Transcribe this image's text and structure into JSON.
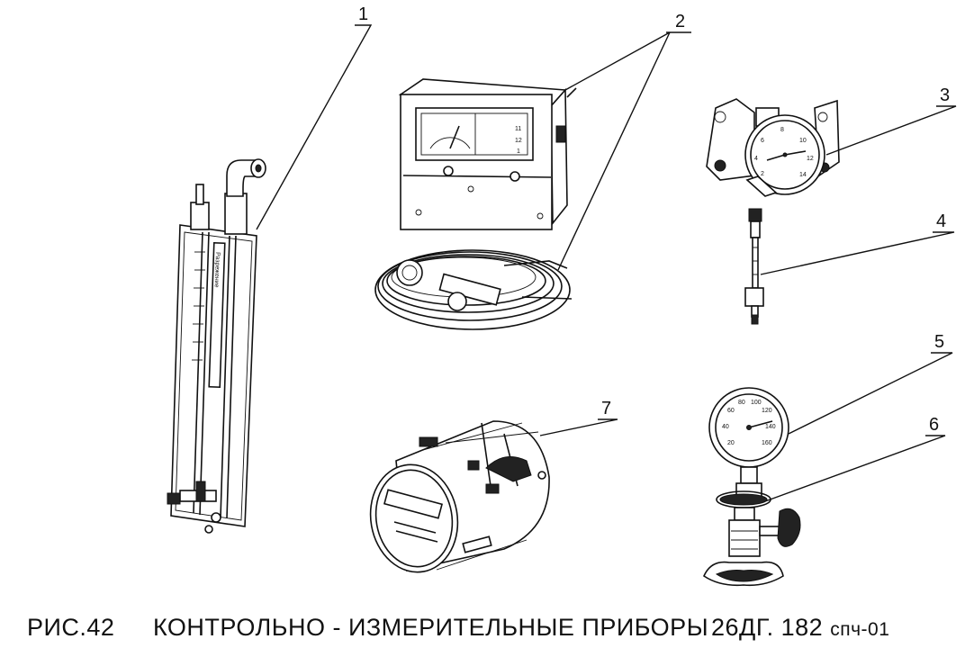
{
  "figure": {
    "caption_label": "РИС.42",
    "caption_title": "КОНТРОЛЬНО - ИЗМЕРИТЕЛЬНЫЕ ПРИБОРЫ",
    "caption_code": "26ДГ. 182",
    "caption_code_suffix": "спч-01"
  },
  "callouts": [
    "1",
    "2",
    "3",
    "4",
    "5",
    "6",
    "7"
  ],
  "manometer_scale_text": "Разрежение",
  "gauge5_ticks": [
    "20",
    "40",
    "60",
    "80",
    "100",
    "120",
    "140",
    "160"
  ],
  "gauge3_ticks": [
    "2",
    "4",
    "6",
    "8",
    "10",
    "12",
    "14"
  ],
  "recorder_window": [
    "1",
    "11",
    "12"
  ]
}
